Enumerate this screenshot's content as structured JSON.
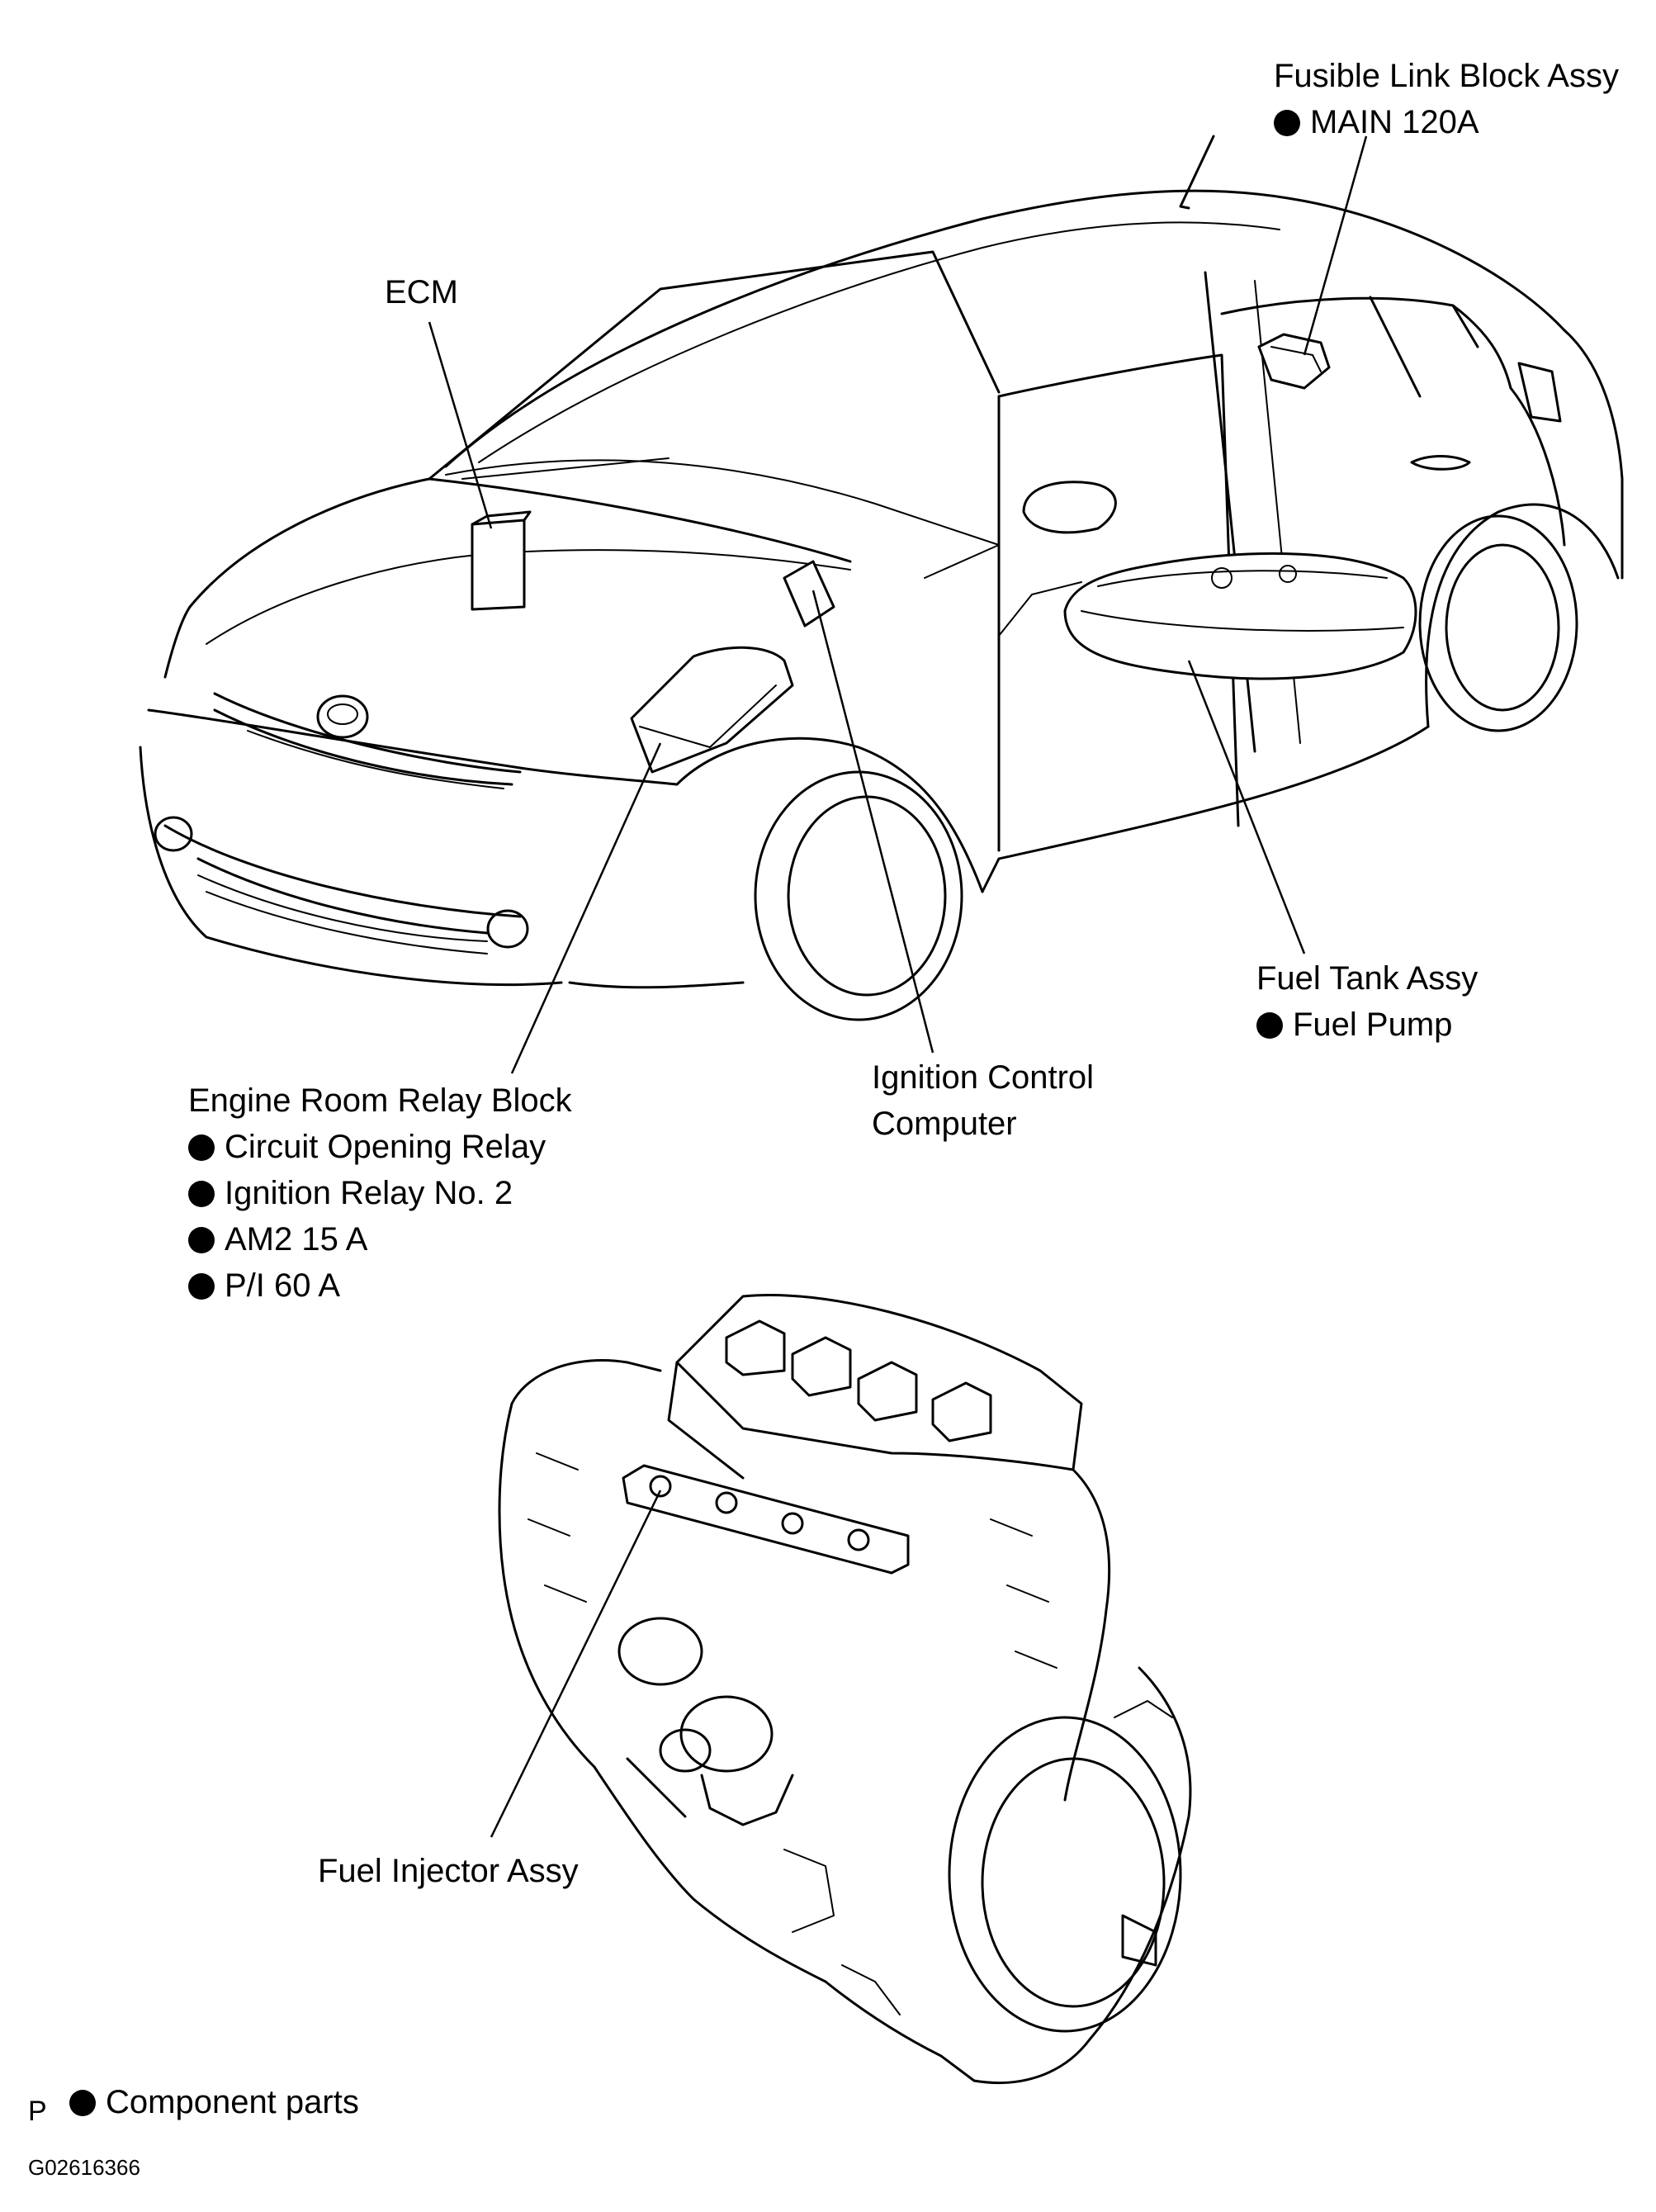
{
  "labels": {
    "fusible_link_block": {
      "title": "Fusible Link Block Assy",
      "items": [
        "MAIN 120A"
      ]
    },
    "ecm": {
      "title": "ECM"
    },
    "fuel_tank": {
      "title": "Fuel Tank Assy",
      "items": [
        "Fuel Pump"
      ]
    },
    "ignition_control": {
      "line1": "Ignition Control",
      "line2": "Computer"
    },
    "engine_room_relay_block": {
      "title": "Engine Room Relay Block",
      "items": [
        "Circuit Opening Relay",
        "Ignition Relay No. 2",
        "AM2 15 A",
        "P/I 60 A"
      ]
    },
    "fuel_injector": {
      "title": "Fuel Injector Assy"
    }
  },
  "legend": {
    "marker": "P",
    "text": "Component parts"
  },
  "figure_code": "G02616366"
}
